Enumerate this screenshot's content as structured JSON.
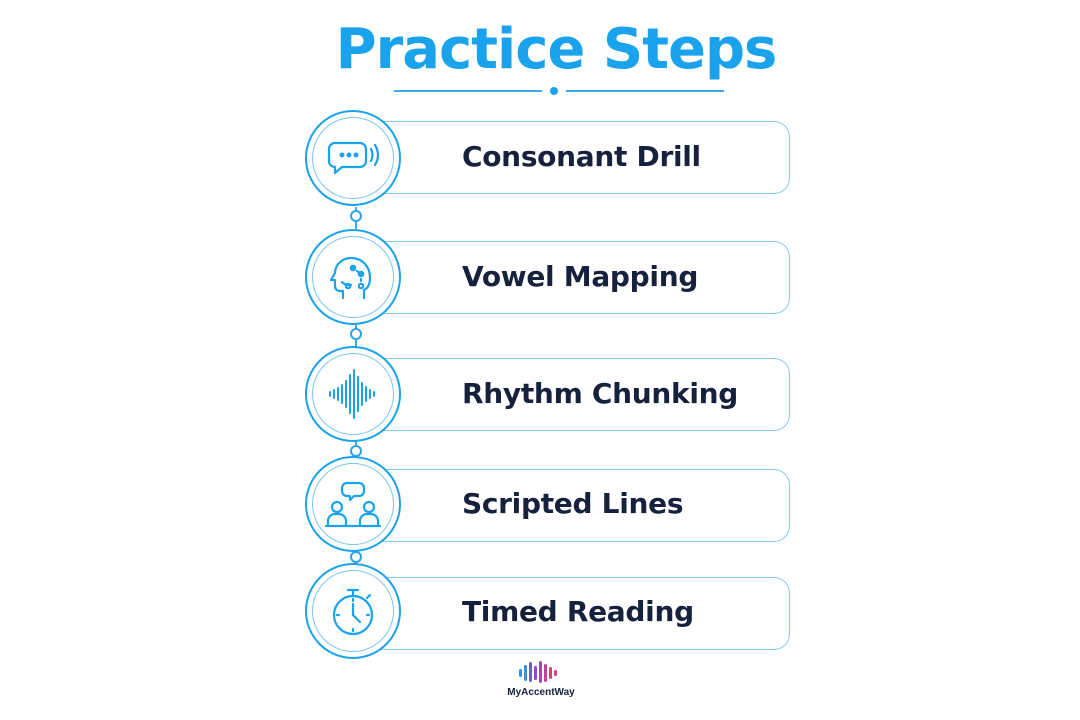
{
  "title": "Practice Steps",
  "colors": {
    "accent": "#1aa3ec",
    "text": "#15213d",
    "box_border": "#86c9f0"
  },
  "steps": [
    {
      "label": "Consonant Drill",
      "icon": "speech-bubble-sound-icon"
    },
    {
      "label": "Vowel Mapping",
      "icon": "head-mouth-path-icon"
    },
    {
      "label": "Rhythm Chunking",
      "icon": "sound-wave-icon"
    },
    {
      "label": "Scripted Lines",
      "icon": "two-people-conversation-icon"
    },
    {
      "label": "Timed Reading",
      "icon": "stopwatch-icon"
    }
  ],
  "logo": {
    "text": "MyAccentWay"
  }
}
